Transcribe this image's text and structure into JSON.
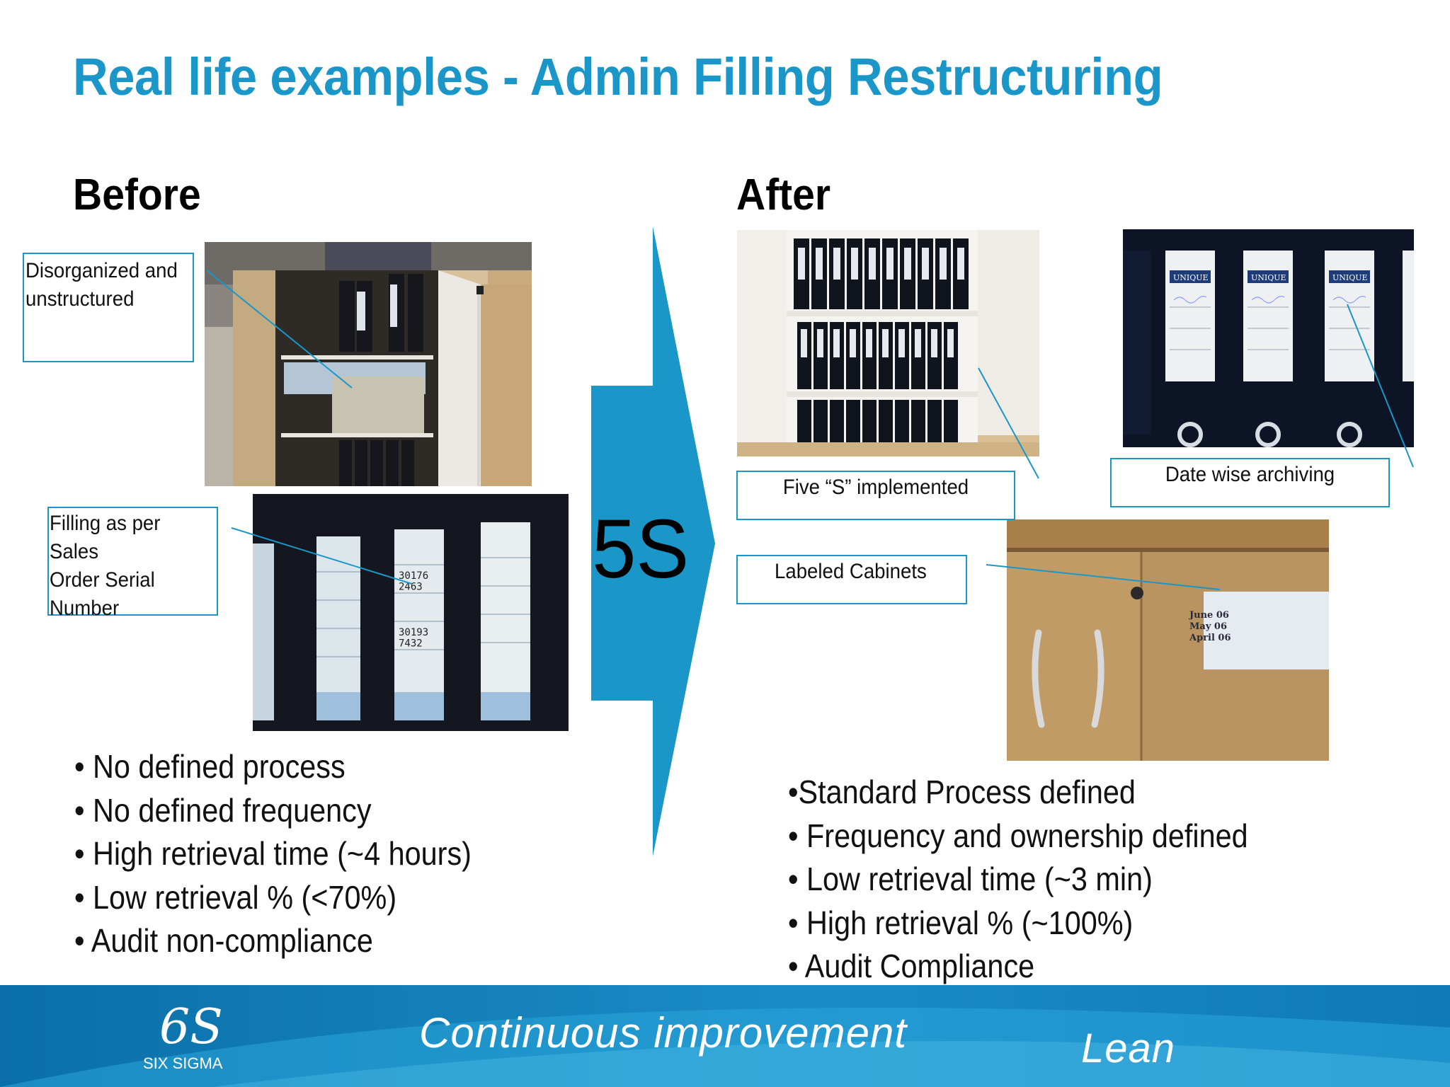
{
  "slide": {
    "title": "Real life examples - Admin Filling Restructuring"
  },
  "before": {
    "heading": "Before",
    "callouts": [
      "Disorganized and\nunstructured",
      "Filling as per Sales\nOrder Serial\nNumber"
    ],
    "binder_labels": [
      "30176\n2463",
      "30193\n7432"
    ],
    "bullets": [
      "• No defined process",
      "• No defined frequency",
      "• High retrieval time (~4 hours)",
      "• Low retrieval % (<70%)",
      "• Audit non-compliance"
    ]
  },
  "arrow": {
    "label": "5S"
  },
  "after": {
    "heading": "After",
    "callouts": [
      "Five “S” implemented",
      "Date wise archiving",
      "Labeled Cabinets"
    ],
    "archive_labels": [
      "UNIQUE",
      "UNIQUE",
      "UNIQUE"
    ],
    "cabinet_label": [
      "June 06",
      "May 06",
      "April 06"
    ],
    "bullets": [
      "•Standard Process defined",
      "• Frequency and ownership defined",
      "• Low retrieval time (~3 min)",
      "• High retrieval % (~100%)",
      "• Audit Compliance"
    ]
  },
  "footer": {
    "logo_mark": "6S",
    "logo_text": "SIX SIGMA",
    "tagline": "Continuous improvement",
    "tag2": "Lean"
  },
  "colors": {
    "accent": "#1a96c8",
    "footer_dark": "#0a6fa8",
    "footer_light": "#2aa6db"
  }
}
